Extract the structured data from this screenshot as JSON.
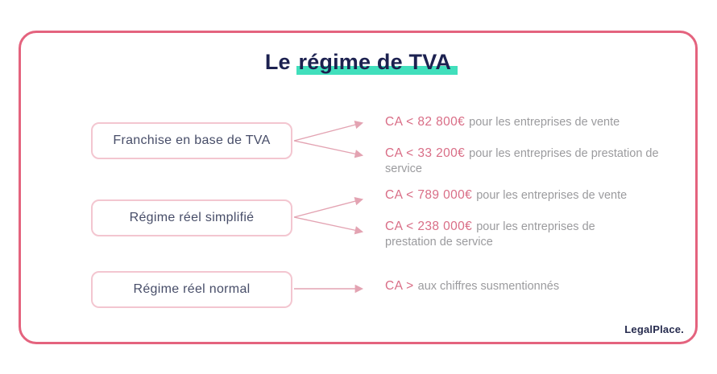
{
  "title": {
    "prefix": "Le ",
    "highlighted": "régime de TVA"
  },
  "brand": "LegalPlace.",
  "colors": {
    "card_border": "#e4637e",
    "box_border": "#f3c6d0",
    "box_text": "#474d68",
    "title_text": "#1c2150",
    "title_highlight": "#41dfbc",
    "value_text": "#d96d86",
    "description_text": "#9b9b9e",
    "arrow": "#e3a3b2"
  },
  "rows": [
    {
      "box_label": "Franchise en base de TVA",
      "items": [
        {
          "value": "CA < 82 800€",
          "desc": "pour les entreprises de vente"
        },
        {
          "value": "CA < 33 200€",
          "desc": "pour les entreprises de prestation de service"
        }
      ]
    },
    {
      "box_label": "Régime réel simplifié",
      "items": [
        {
          "value": "CA < 789 000€",
          "desc": "pour les entreprises de vente"
        },
        {
          "value": "CA < 238 000€",
          "desc": "pour les entreprises de prestation de service"
        }
      ]
    },
    {
      "box_label": "Régime réel normal",
      "items": [
        {
          "value": "CA >",
          "desc": "aux chiffres susmentionnés"
        }
      ]
    }
  ]
}
